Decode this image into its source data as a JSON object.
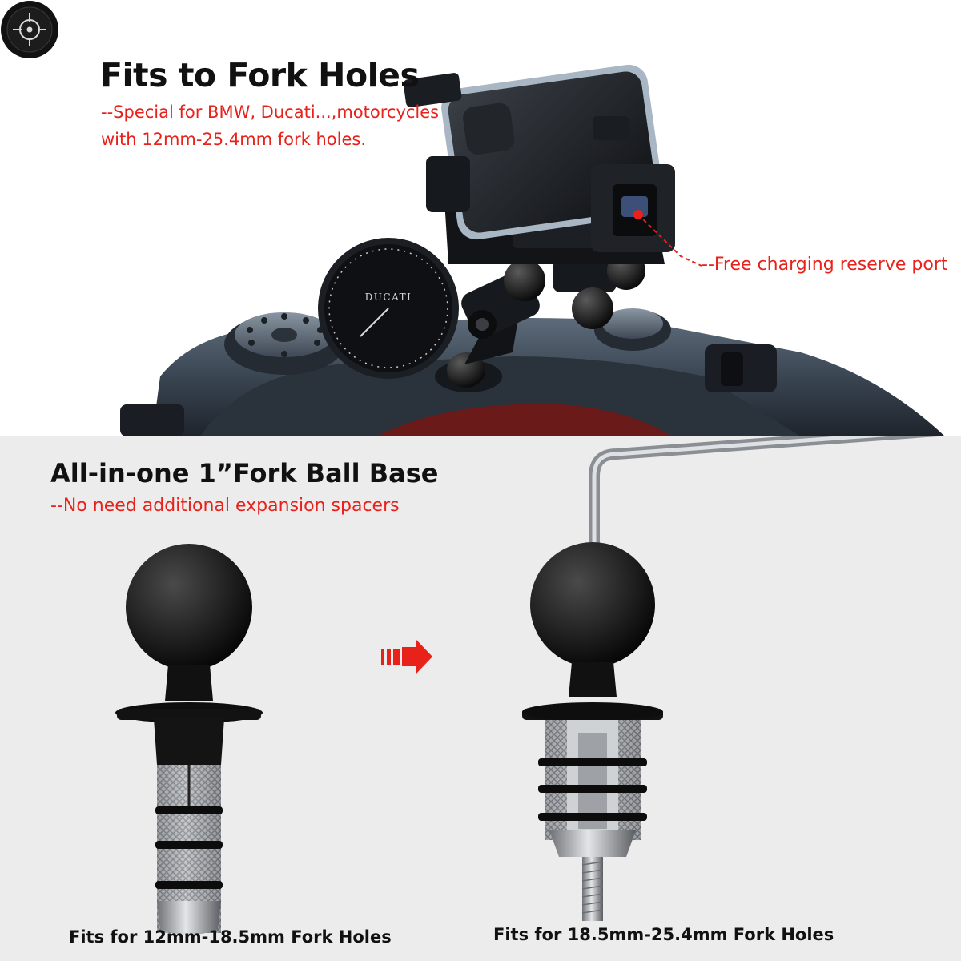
{
  "hero": {
    "headline": "Fits to Fork Holes",
    "subline_1": "--Special for BMW, Ducati...,motorcycles",
    "subline_2": "with 12mm-25.4mm fork holes.",
    "port_label": "--Free charging reserve port",
    "dial_brand": "DUCATI",
    "icon": "crosshair-icon"
  },
  "panel": {
    "title": "All-in-one 1”Fork Ball Base",
    "subtitle": "--No need additional expansion spacers",
    "caption_left": "Fits for 12mm-18.5mm Fork Holes",
    "caption_right": "Fits for 18.5mm-25.4mm Fork Holes",
    "arrow_icon": "right-arrow-icon"
  },
  "colors": {
    "accent_red": "#e8211a",
    "heading": "#111111",
    "panel_bg": "#ececec"
  }
}
